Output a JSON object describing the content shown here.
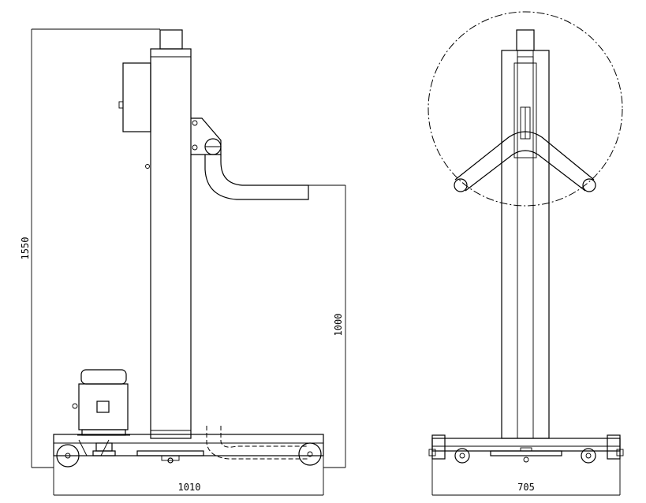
{
  "dimensions": {
    "side_height": "1550",
    "side_arm_height": "1000",
    "side_length": "1010",
    "front_width": "705"
  },
  "colors": {
    "line": "#000000",
    "background": "#ffffff"
  }
}
